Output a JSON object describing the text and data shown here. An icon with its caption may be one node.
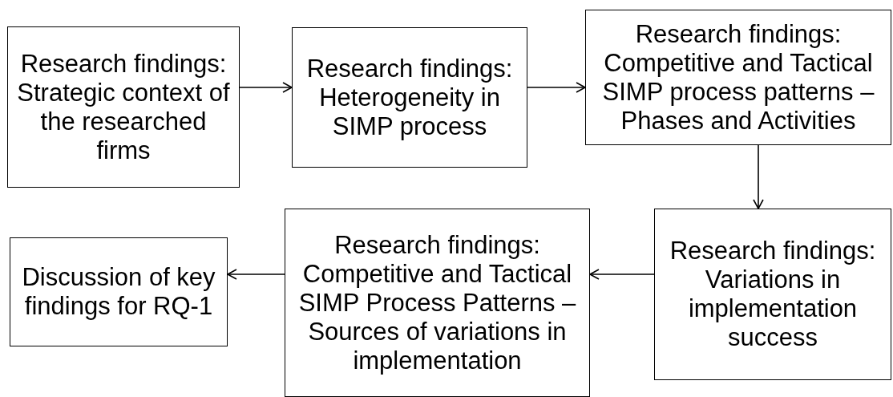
{
  "diagram": {
    "nodes": [
      {
        "text": [
          "Research findings: Strategic context of the researched firms"
        ]
      },
      {
        "text": [
          "Research findings: Heterogeneity in SIMP process"
        ]
      },
      {
        "text": [
          "Research findings: Competitive and Tactical SIMP process patterns – Phases and Activities"
        ]
      },
      {
        "text": [
          "Research findings: Variations in implementation success"
        ]
      },
      {
        "text": [
          "Research findings: Competitive and Tactical SIMP Process Patterns – Sources of variations in implementation"
        ]
      },
      {
        "text": [
          "Discussion of key findings for RQ-1"
        ]
      }
    ],
    "edges": [
      {
        "from": 0,
        "to": 1,
        "arrow": "to"
      },
      {
        "from": 1,
        "to": 2,
        "arrow": "to"
      },
      {
        "from": 2,
        "to": 3,
        "arrow": "to"
      },
      {
        "from": 3,
        "to": 4,
        "arrow": "to"
      },
      {
        "from": 4,
        "to": 5,
        "arrow": "to"
      }
    ]
  }
}
